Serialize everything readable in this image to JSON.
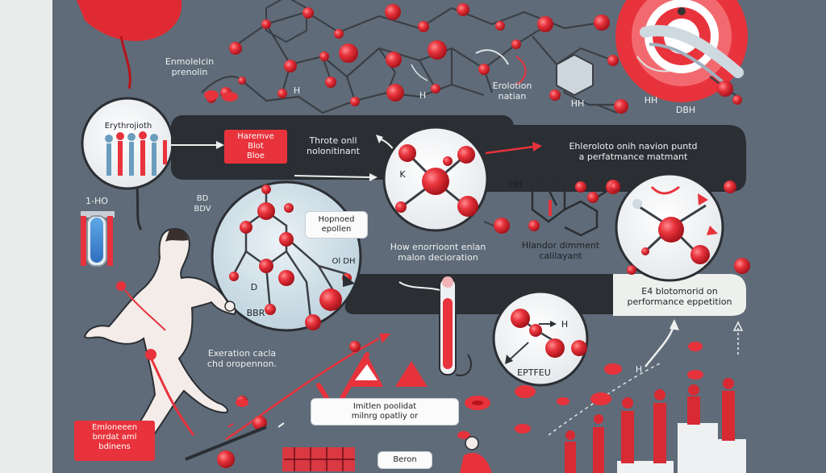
{
  "labels": {
    "top_left": "Enmolelcin\nprenolin",
    "top_right": "Erolotion\nnatian",
    "top_mid_h1": "H",
    "top_mid_h2": "H",
    "top_right_h1": "HH",
    "top_right_h2": "HH",
    "top_right_h3": "DBH",
    "circle_left": "Erythrojioth",
    "tube_label": "1-HO",
    "bdv_label": "BD\nBDV",
    "band_red_tag": "Haremve\nBlot\nBloe",
    "band_text1": "Throte onll\nnolonitinant",
    "band_text2": "Ehleroloto onih navion puntd\na perfatmance matmant",
    "hh_label": "HH",
    "hk_label": "K",
    "bubble_tag": "Hopnoed\nepollen",
    "ring_label1": "D",
    "ring_label2": "BBR",
    "ring_label3": "Ol DH",
    "center_text": "How enorrioont enlan\nmalon decioration",
    "mid_right_text": "Hlandor dimment\ncalilayant",
    "right_caption": "E4 blotomorid on\nperformance eppetition",
    "runner_caption": "Exeration cacla\nchd oropennon.",
    "bottom_left_tag": "Emloneeen\nbnrdat aml\nbdinens",
    "white_box": "Imitlen poolidat\nmilnrg opatliy or",
    "small_bottom_tag": "Beron",
    "oh_label": "H",
    "h_label2": "H",
    "eptfeu": "EPTFEU",
    "blue_box_h": "H"
  },
  "colors": {
    "background": "#5f6b78",
    "red": "#e8333c",
    "dark_band": "#2b2e33",
    "light_panel": "#eef0ee"
  }
}
